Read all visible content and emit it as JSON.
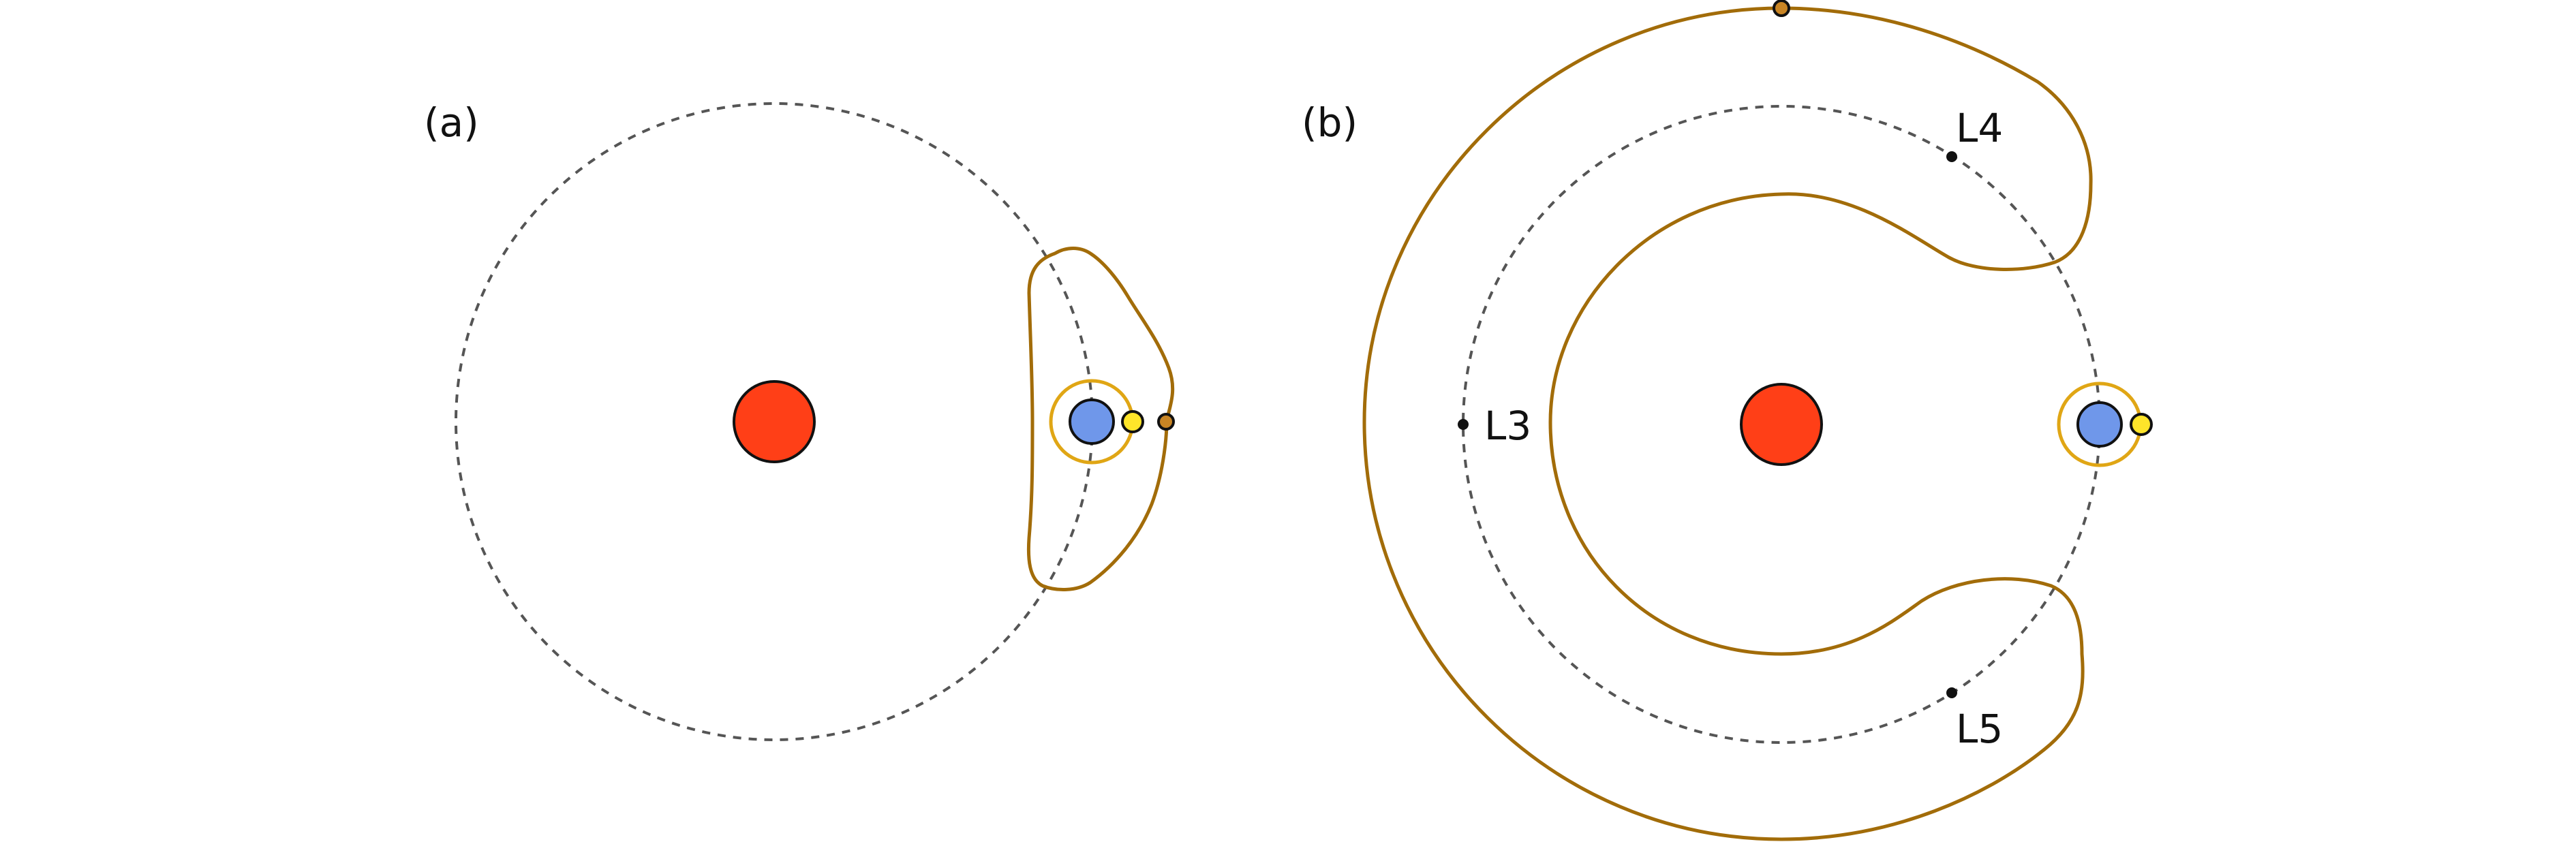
{
  "panels": [
    {
      "label": "(a)"
    },
    {
      "label": "(b)"
    }
  ],
  "lagrange_points": {
    "l3": "L3",
    "l4": "L4",
    "l5": "L5"
  },
  "colors": {
    "star": "#ff3f17",
    "planet": "#6f97ea",
    "moon": "#ffe52a",
    "orbiting_body": "#c98524",
    "trajectory": "#a26c09",
    "hill_sphere": "#e0a615",
    "orbit": "#555555"
  },
  "icons": {
    "star": "red-filled-circle",
    "planet": "blue-filled-circle",
    "moon": "yellow-filled-circle",
    "orbiting_body": "brown-filled-circle"
  }
}
